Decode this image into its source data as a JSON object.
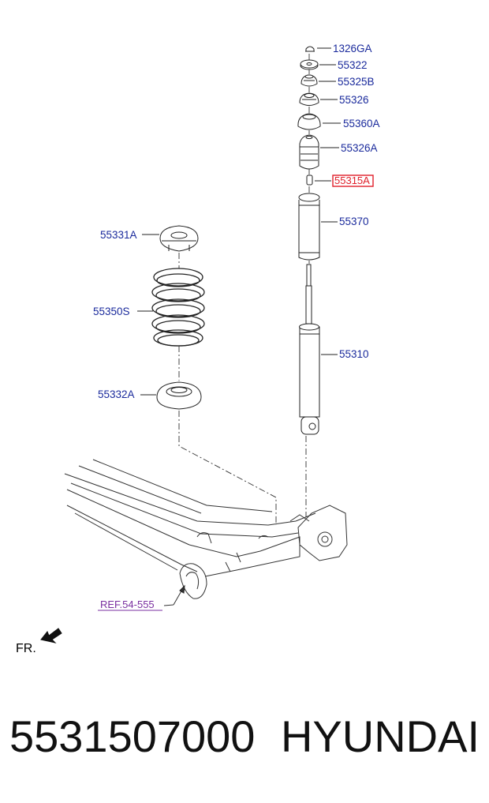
{
  "diagram": {
    "labels": {
      "p1326GA": "1326GA",
      "p55322": "55322",
      "p55325B": "55325B",
      "p55326": "55326",
      "p55360A": "55360A",
      "p55326A": "55326A",
      "p55315A": "55315A",
      "p55370": "55370",
      "p55331A": "55331A",
      "p55350S": "55350S",
      "p55310": "55310",
      "p55332A": "55332A"
    },
    "ref": "REF.54-555",
    "direction": "FR.",
    "highlight_color": "#e0202a",
    "label_color": "#1a2a9c"
  },
  "footer": {
    "part_number": "5531507000",
    "brand": "HYUNDAI"
  }
}
